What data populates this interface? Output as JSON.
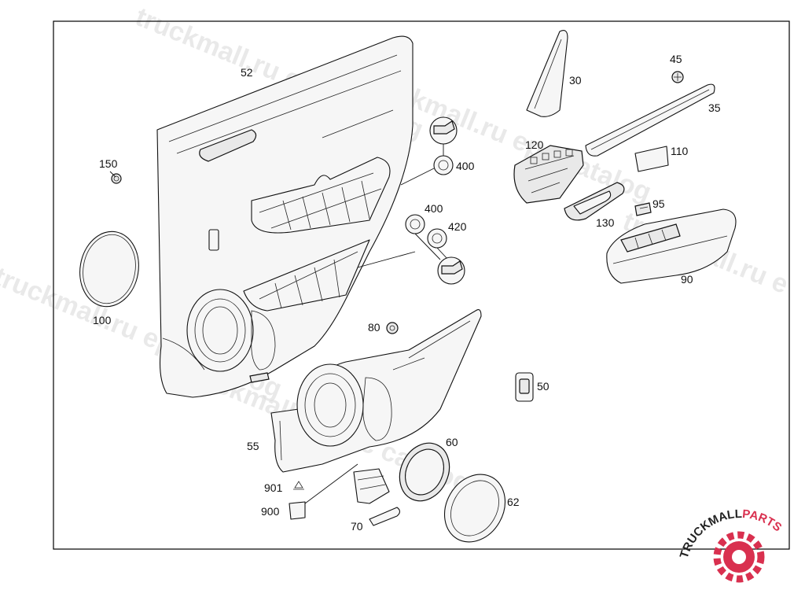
{
  "diagram": {
    "callouts": {
      "p52": "52",
      "p150": "150",
      "p100": "100",
      "p400a": "400",
      "p400b": "400",
      "p420": "420",
      "p80": "80",
      "p55": "55",
      "p901": "901",
      "p900": "900",
      "p70": "70",
      "p60": "60",
      "p62": "62",
      "p50": "50",
      "p30": "30",
      "p45": "45",
      "p35": "35",
      "p120": "120",
      "p110": "110",
      "p95": "95",
      "p130": "130",
      "p90": "90"
    },
    "watermarks": {
      "w1": "truckmall.ru epc catalog",
      "w2": "truckmall.ru epc catalog",
      "w3": "truckmall.ru epc catalog",
      "w4": "truckmall.ru epc catalog",
      "w5": "truckmall.ru e"
    },
    "logo": {
      "text_dark": "TRUCKMALL",
      "text_accent": "PARTS",
      "accent_color": "#d9304f"
    }
  }
}
